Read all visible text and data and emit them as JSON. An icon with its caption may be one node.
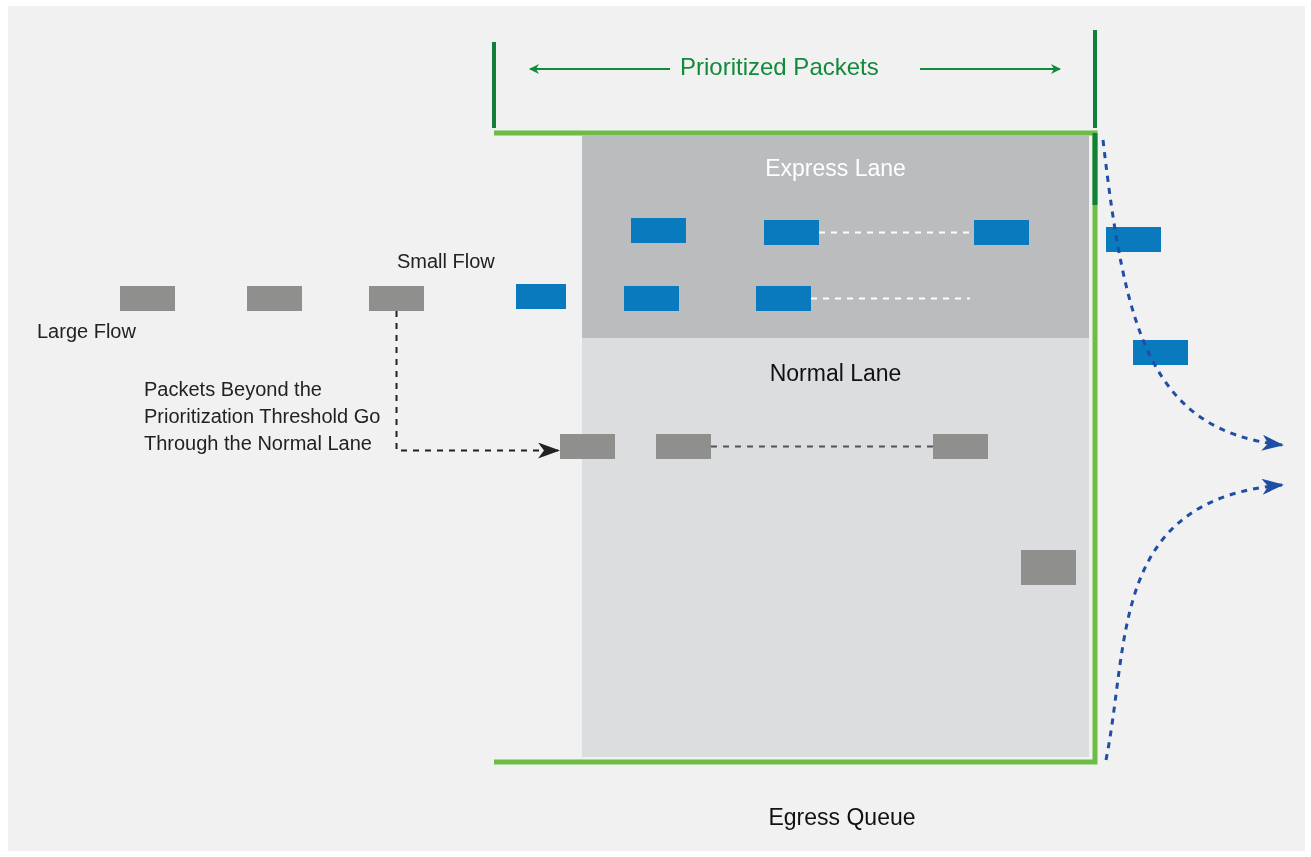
{
  "diagram": {
    "nodes": [
      {
        "text": [
          "Egress Queue"
        ]
      },
      {
        "text": [
          "Express Lane"
        ],
        "in": 0
      },
      {
        "text": [],
        "shape": "box",
        "in": 1
      },
      {
        "text": [],
        "shape": "box",
        "in": 1
      },
      {
        "text": [],
        "shape": "box",
        "in": 1
      },
      {
        "text": [],
        "shape": "box"
      },
      {
        "text": [],
        "shape": "box"
      },
      {
        "text": [],
        "shape": "box"
      },
      {
        "text": [],
        "shape": "box"
      },
      {
        "text": [],
        "shape": "box",
        "in": 0
      },
      {
        "text": [],
        "shape": "box",
        "in": 1
      },
      {
        "text": [],
        "shape": "box",
        "in": 1
      },
      {
        "text": [],
        "shape": "box"
      },
      {
        "text": [
          "Normal Lane"
        ],
        "in": 0
      },
      {
        "text": [],
        "shape": "box",
        "in": 0
      },
      {
        "text": [],
        "shape": "box",
        "in": 13
      },
      {
        "text": [],
        "shape": "box",
        "in": 13
      },
      {
        "text": [],
        "shape": "box",
        "in": 13
      }
    ],
    "edges": [
      {
        "from": 3,
        "to": 4,
        "arrow": "none",
        "style": "dashed",
        "color": "#ffffff"
      },
      {
        "from": 11,
        "to": null,
        "arrow": "none",
        "style": "dashed",
        "color": "#ffffff"
      },
      {
        "from": 8,
        "to": 14,
        "arrow": "to",
        "style": "dashed",
        "color": "#222222",
        "label": "Packets Beyond the Prioritization Threshold Go Through the Normal Lane"
      },
      {
        "from": 15,
        "to": 16,
        "arrow": "none",
        "style": "dashed",
        "color": "#555555"
      },
      {
        "from": 0,
        "to": null,
        "arrow": "to",
        "style": "dashed",
        "color": "#1f4fa5"
      },
      {
        "from": 0,
        "to": null,
        "arrow": "to",
        "style": "dashed",
        "color": "#1f4fa5"
      }
    ],
    "labels": [
      "Prioritized Packets",
      "Small Flow",
      "Large Flow"
    ]
  }
}
